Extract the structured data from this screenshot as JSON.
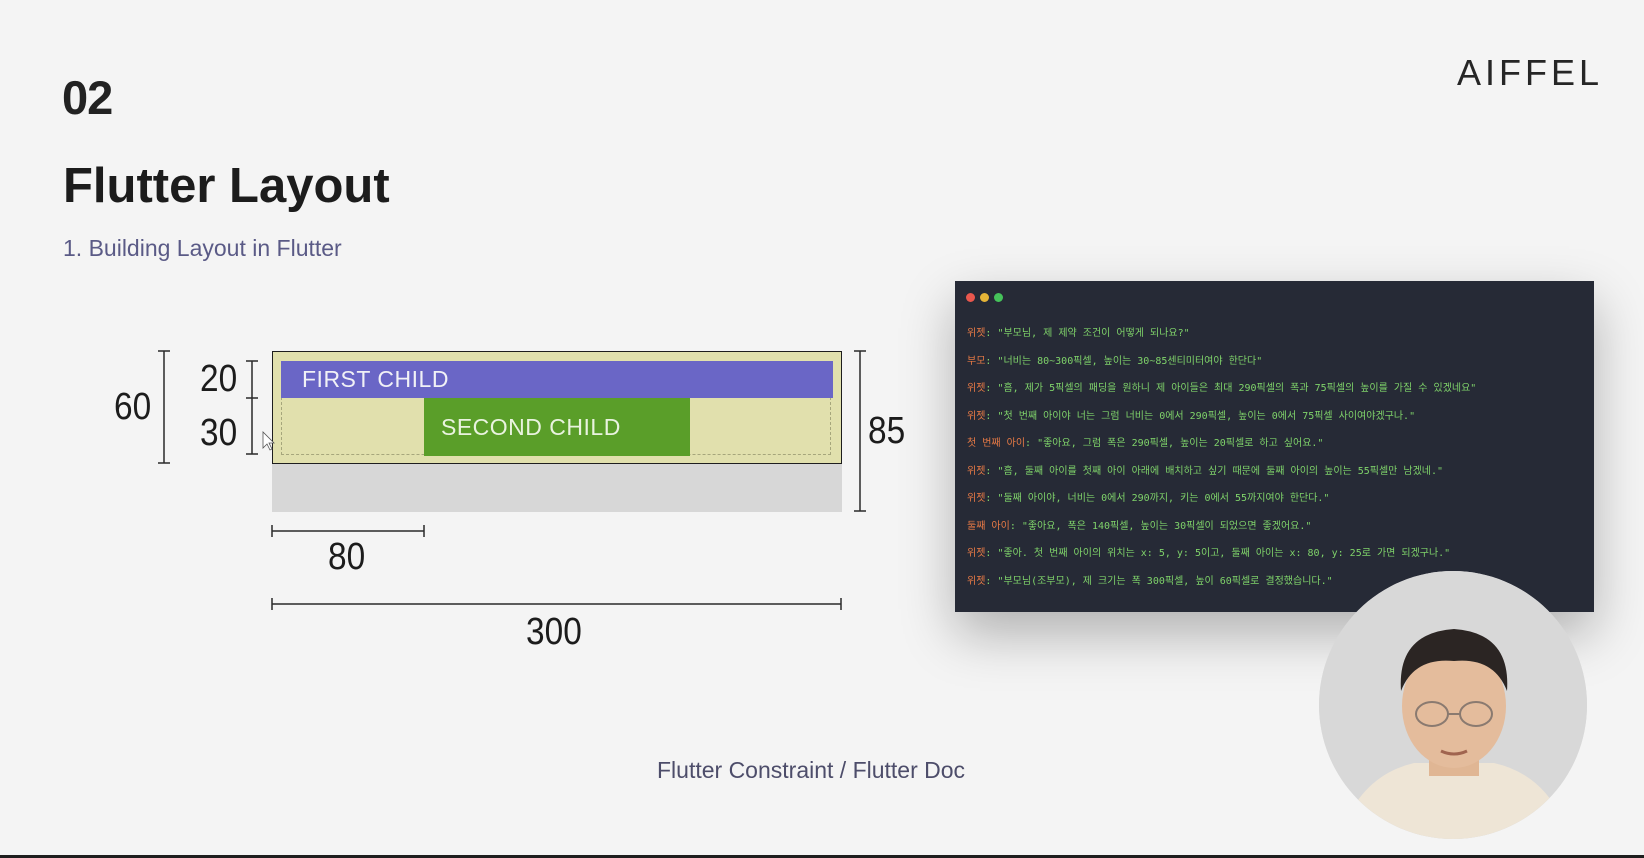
{
  "slide": {
    "section_number": "02",
    "title": "Flutter Layout",
    "subtitle": "1. Building Layout in Flutter",
    "logo": "AIFFEL",
    "caption": "Flutter Constraint / Flutter Doc"
  },
  "diagram": {
    "first_child_label": "FIRST CHILD",
    "second_child_label": "SECOND CHILD",
    "dim_total_height": "60",
    "dim_first_height": "20",
    "dim_second_height": "30",
    "dim_outer_height": "85",
    "dim_offset_width": "80",
    "dim_total_width": "300"
  },
  "code_panel": {
    "lines": [
      {
        "speaker": "위젯",
        "text": ": \"부모님, 제 제약 조건이 어떻게 되나요?\""
      },
      {
        "speaker": "부모",
        "text": ": \"너비는 80~300픽셀, 높이는 30~85센티미터여야 한단다\""
      },
      {
        "speaker": "위젯",
        "text": ": \"흠, 제가 5픽셀의 패딩을 원하니 제 아이들은 최대 290픽셀의 폭과 75픽셀의 높이를 가질 수 있겠네요\""
      },
      {
        "speaker": "위젯",
        "text": ": \"첫 번째 아이야 너는 그럼 너비는 0에서 290픽셀, 높이는 0에서 75픽셀 사이여야겠구나.\""
      },
      {
        "speaker": "첫 번째 아이",
        "text": ": \"좋아요, 그럼 폭은 290픽셀, 높이는 20픽셀로 하고 싶어요.\""
      },
      {
        "speaker": "위젯",
        "text": ": \"흠, 둘째 아이를 첫째 아이 아래에 배치하고 싶기 때문에 둘째 아이의 높이는 55픽셀만 남겠네.\""
      },
      {
        "speaker": "위젯",
        "text": ": \"둘째 아이야, 너비는 0에서 290까지, 키는 0에서 55까지여야 한단다.\""
      },
      {
        "speaker": "둘째 아이",
        "text": ": \"좋아요, 폭은 140픽셀, 높이는 30픽셀이 되었으면 좋겠어요.\""
      },
      {
        "speaker": "위젯",
        "text": ": \"좋아. 첫 번째 아이의 위치는 x: 5, y: 5이고, 둘째 아이는 x: 80, y: 25로 가면 되겠구나.\""
      },
      {
        "speaker": "위젯",
        "text": ": \"부모님(조부모), 제 크기는 폭 300픽셀, 높이 60픽셀로 결정했습니다.\""
      }
    ]
  }
}
